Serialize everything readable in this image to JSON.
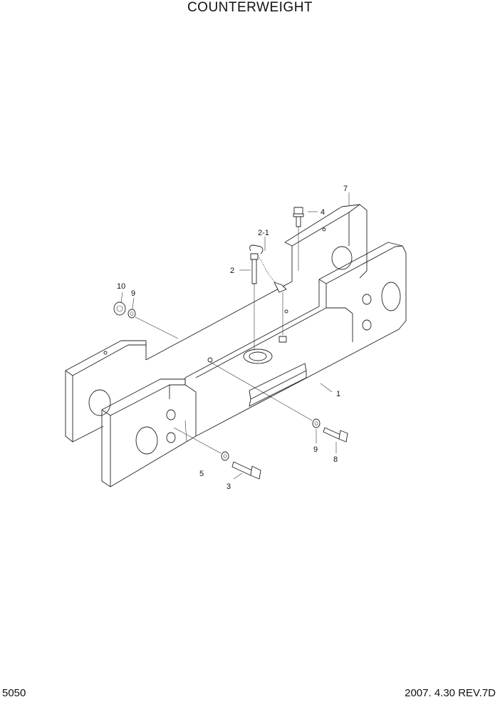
{
  "title": "COUNTERWEIGHT",
  "page_number": "5050",
  "revision": "2007. 4.30  REV.7D",
  "callouts": [
    {
      "id": "c7",
      "label": "7"
    },
    {
      "id": "c4",
      "label": "4"
    },
    {
      "id": "c2-1",
      "label": "2-1"
    },
    {
      "id": "c2",
      "label": "2"
    },
    {
      "id": "c10",
      "label": "10"
    },
    {
      "id": "c9a",
      "label": "9"
    },
    {
      "id": "c1",
      "label": "1"
    },
    {
      "id": "c9b",
      "label": "9"
    },
    {
      "id": "c8",
      "label": "8"
    },
    {
      "id": "c5",
      "label": "5"
    },
    {
      "id": "c3",
      "label": "3"
    }
  ]
}
